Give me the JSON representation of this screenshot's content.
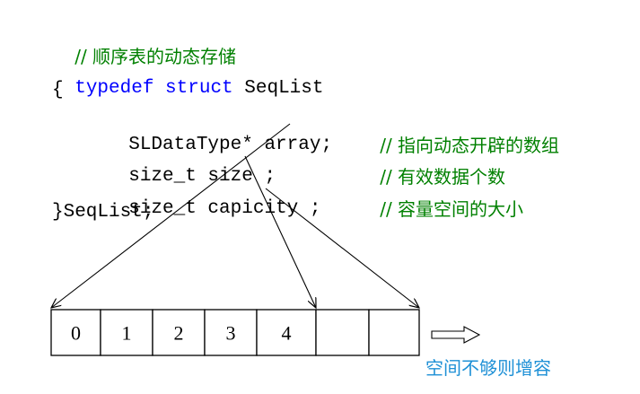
{
  "code": {
    "title_comment": "// 顺序表的动态存储",
    "line_typedef_kw": "typedef struct",
    "line_typedef_name": " SeqList",
    "open_brace": "{",
    "field1_decl": "SLDataType* array;",
    "field1_comment": "// 指向动态开辟的数组",
    "field2_decl": "size_t size ;",
    "field2_comment": "// 有效数据个数",
    "field3_decl": "size_t capicity ;",
    "field3_comment": "// 容量空间的大小",
    "close_line": "}SeqList;"
  },
  "array": {
    "cells": [
      "0",
      "1",
      "2",
      "3",
      "4",
      "",
      ""
    ]
  },
  "caption": "空间不够则增容",
  "colors": {
    "keyword": "#0000ff",
    "comment": "#008000",
    "caption": "#1e90d6"
  }
}
